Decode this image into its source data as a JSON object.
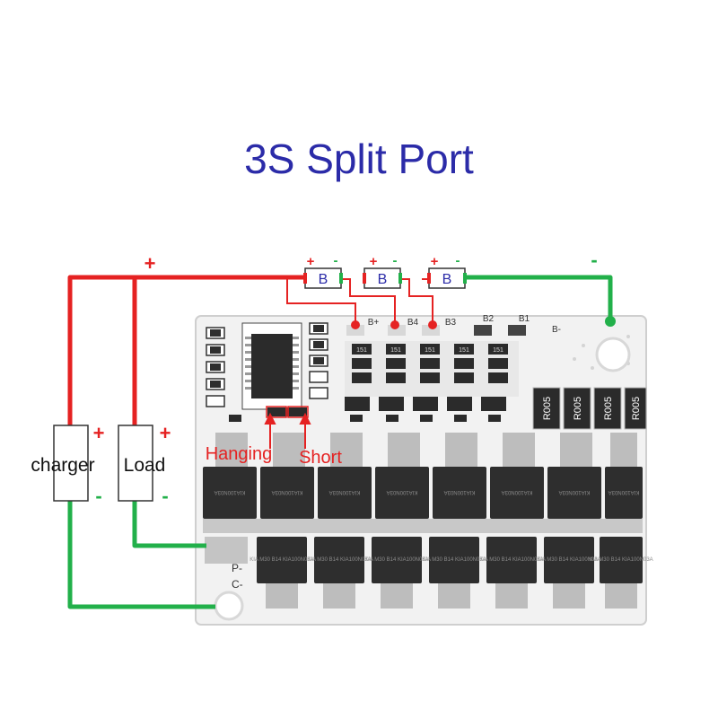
{
  "title": "3S Split Port",
  "colors": {
    "positive": "#e52222",
    "negative": "#22b04a",
    "title": "#2b2ba8",
    "board": "#f2f2f2",
    "mosfet": "#2e2e2e"
  },
  "main_plus": "+",
  "batteries": [
    {
      "plus": "+",
      "minus": "-",
      "label": "B"
    },
    {
      "plus": "+",
      "minus": "-",
      "label": "B"
    },
    {
      "plus": "+",
      "minus": "-",
      "label": "B"
    }
  ],
  "board_negative_sign": "-",
  "board_labels": {
    "b_plus": "B+",
    "b4": "B4",
    "b3": "B3",
    "b2": "B2",
    "b1": "B1",
    "b_minus": "B-",
    "p_minus": "P-",
    "c_minus": "C-"
  },
  "resistor_codes": [
    "R005",
    "R005",
    "R005",
    "R005"
  ],
  "small_resistor_code": "151",
  "charger": {
    "label": "charger",
    "plus": "+",
    "minus": "-"
  },
  "load": {
    "label": "Load",
    "plus": "+",
    "minus": "-"
  },
  "annotations": {
    "hanging": "Hanging",
    "short": "Short"
  },
  "mosfet_top_codes": [
    "KIA100N03A",
    "KIA100N03A",
    "KIA100N03A",
    "KIA100N03A",
    "KIA100N03A",
    "KIA100N03A",
    "KIA100N03A",
    "KIA100N03A"
  ],
  "mosfet_bottom_code": "KIA M30 B14 KIA100N03A"
}
